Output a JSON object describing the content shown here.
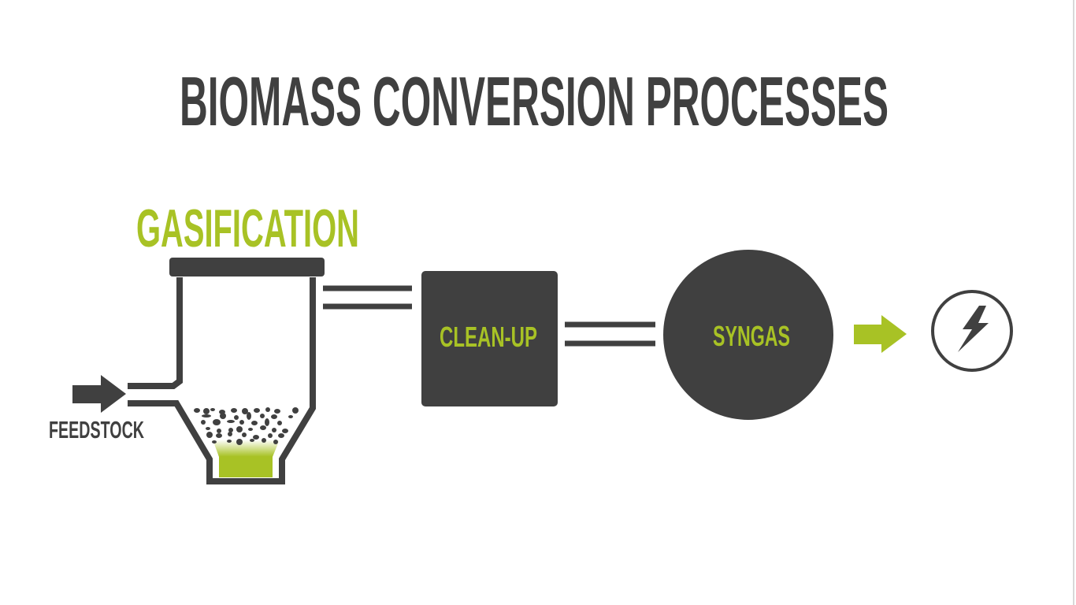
{
  "title": "BIOMASS CONVERSION PROCESSES",
  "process": "GASIFICATION",
  "feedstock_label": "FEEDSTOCK",
  "cleanup_label": "CLEAN-UP",
  "syngas_label": "SYNGAS",
  "icons": {
    "output": "lightning-bolt-icon",
    "feed_arrow": "arrow-right-icon",
    "output_arrow": "arrow-right-icon"
  },
  "colors": {
    "dark": "#404040",
    "accent": "#a8c225",
    "background": "#ffffff"
  }
}
